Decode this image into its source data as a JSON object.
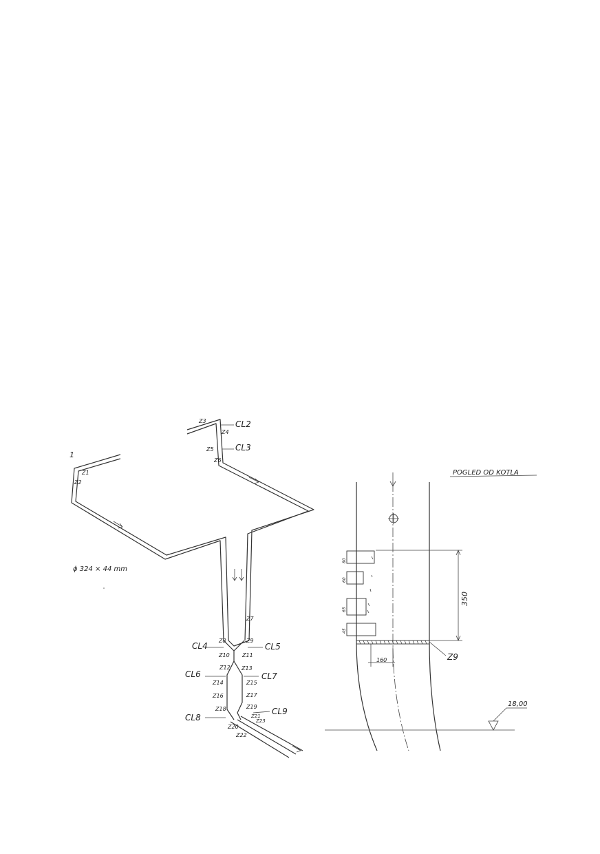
{
  "iso_labels": {
    "z1_prefix": "1",
    "z1": "Z1",
    "z2": "Z2",
    "z3": "Z3",
    "z4": "Z4",
    "z5": "Z5",
    "z6": "Z6",
    "z7": "Z7",
    "z8": "Z8",
    "z9": "Z9",
    "z10": "Z10",
    "z11": "Z11",
    "z12": "Z12",
    "z13": "Z13",
    "z14": "Z14",
    "z15": "Z15",
    "z16": "Z16",
    "z17": "Z17",
    "z18": "Z18",
    "z19": "Z19",
    "z20": "Z20",
    "z21": "Z21",
    "z22": "Z22",
    "z23": "Z23",
    "cl2": "CL2",
    "cl3": "CL3",
    "cl4": "CL4",
    "cl5": "CL5",
    "cl6": "CL6",
    "cl7": "CL7",
    "cl8": "CL8",
    "cl9": "CL9",
    "pipe_size": "ϕ 324 × 44 mm"
  },
  "detail": {
    "title": "POGLED OD KOTLA",
    "dim_350": "350",
    "dim_160": "160",
    "weld_label": "Z9",
    "elevation": "18,00",
    "gap_labels": [
      "80",
      "60",
      "65",
      "45"
    ]
  }
}
